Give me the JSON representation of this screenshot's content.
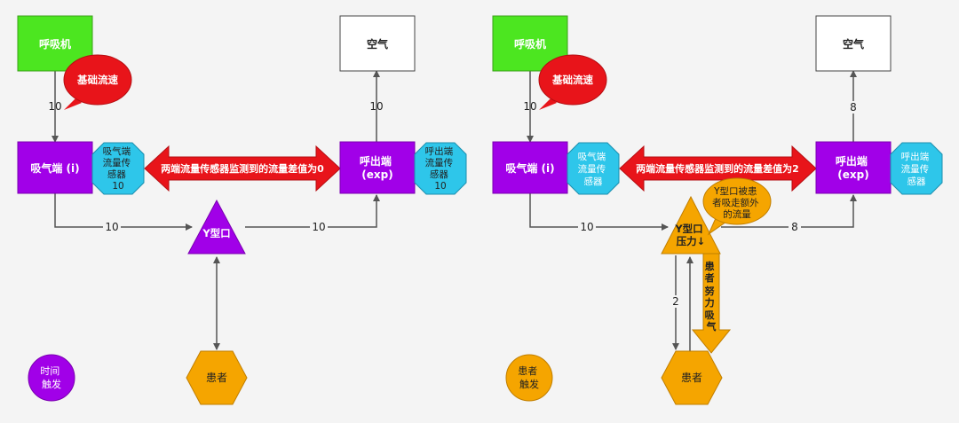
{
  "colors": {
    "ventilator": "#4ce620",
    "inhale": "#a100e8",
    "sensor": "#2ec6ea",
    "redArrow": "#e8141a",
    "patient": "#f5a500",
    "air": "#ffffff",
    "line": "#555555"
  },
  "left": {
    "ventilator": "呼吸机",
    "base_flow": "基础流速",
    "air": "空气",
    "inhale": "吸气端 (i)",
    "inhale_sensor": [
      "吸气端",
      "流量传",
      "感器",
      "10"
    ],
    "exhale": [
      "呼出端",
      "(exp)"
    ],
    "exhale_sensor": [
      "呼出端",
      "流量传",
      "感器",
      "10"
    ],
    "diff": "两端流量传感器监测到的流量差值为0",
    "y_port": "Y型口",
    "patient": "患者",
    "trigger": [
      "时间",
      "触发"
    ],
    "flow_vent": "10",
    "flow_air": "10",
    "flow_in_y": "10",
    "flow_y_out": "10"
  },
  "right": {
    "ventilator": "呼吸机",
    "base_flow": "基础流速",
    "air": "空气",
    "inhale": "吸气端 (i)",
    "inhale_sensor": [
      "吸气端",
      "流量传",
      "感器"
    ],
    "exhale": [
      "呼出端",
      "(exp)"
    ],
    "exhale_sensor": [
      "呼出端",
      "流量传",
      "感器"
    ],
    "diff": "两端流量传感器监测到的流量差值为2",
    "y_port": [
      "Y型口",
      "压力↓"
    ],
    "patient": "患者",
    "trigger": [
      "患者",
      "触发"
    ],
    "callout": [
      "Y型口被患",
      "者吸走额外",
      "的流量"
    ],
    "effort": [
      "患",
      "者",
      "努",
      "力",
      "吸",
      "气"
    ],
    "flow_vent": "10",
    "flow_air": "8",
    "flow_in_y": "10",
    "flow_y_out": "8",
    "flow_patient": "2"
  }
}
